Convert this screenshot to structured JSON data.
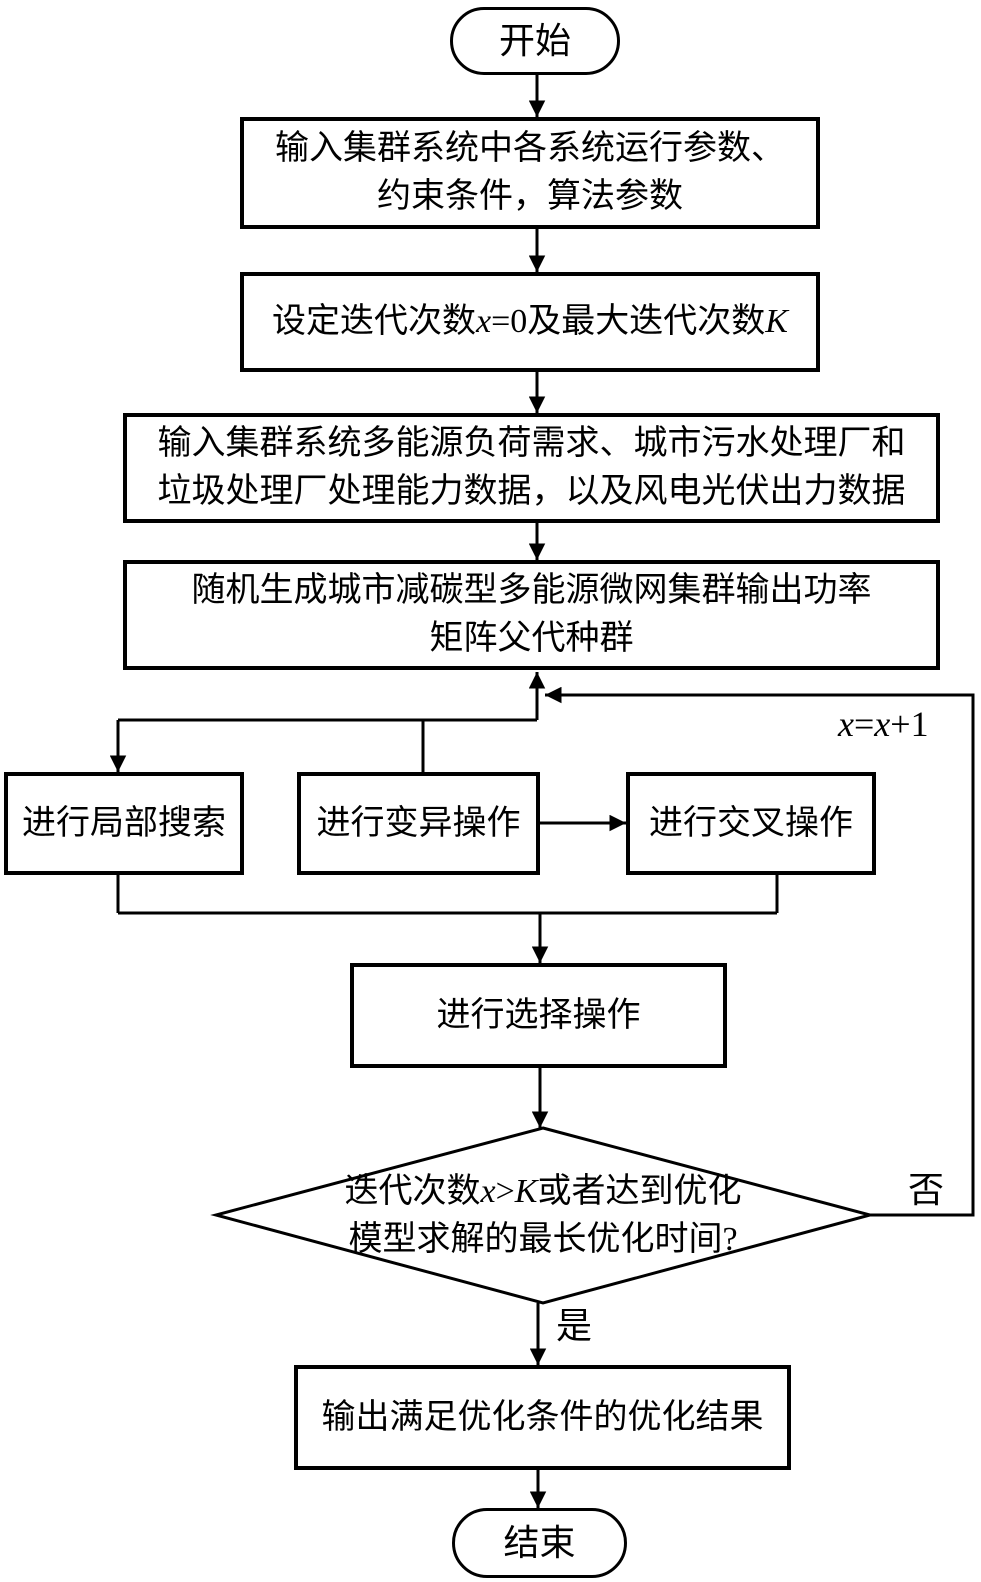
{
  "colors": {
    "line": "#000000",
    "background": "#ffffff"
  },
  "nodes": {
    "start": {
      "label": "开始"
    },
    "input_params": {
      "line1": "输入集群系统中各系统运行参数、",
      "line2": "约束条件，算法参数"
    },
    "set_iteration": {
      "segments": [
        {
          "text": "设定迭代次数",
          "italic": false
        },
        {
          "text": "x",
          "italic": true
        },
        {
          "text": "=0及最大迭代次数",
          "italic": false
        },
        {
          "text": "K",
          "italic": true
        }
      ]
    },
    "input_data": {
      "line1": "输入集群系统多能源负荷需求、城市污水处理厂和",
      "line2": "垃圾处理厂处理能力数据，以及风电光伏出力数据"
    },
    "generate_population": {
      "line1": "随机生成城市减碳型多能源微网集群输出功率",
      "line2": "矩阵父代种群"
    },
    "local_search": {
      "label": "进行局部搜索"
    },
    "mutation": {
      "label": "进行变异操作"
    },
    "crossover": {
      "label": "进行交叉操作"
    },
    "selection": {
      "label": "进行选择操作"
    },
    "decision": {
      "line1_segments": [
        {
          "text": "迭代次数",
          "italic": false
        },
        {
          "text": "x",
          "italic": true
        },
        {
          "text": ">",
          "italic": false
        },
        {
          "text": "K",
          "italic": true
        },
        {
          "text": "或者达到优化",
          "italic": false
        }
      ],
      "line2": "模型求解的最长优化时间?"
    },
    "output_result": {
      "label": "输出满足优化条件的优化结果"
    },
    "end": {
      "label": "结束"
    }
  },
  "edge_labels": {
    "increment": {
      "segments": [
        {
          "text": "x",
          "italic": true
        },
        {
          "text": "=",
          "italic": false
        },
        {
          "text": "x",
          "italic": true
        },
        {
          "text": "+1",
          "italic": false
        }
      ]
    },
    "no": "否",
    "yes": "是"
  }
}
